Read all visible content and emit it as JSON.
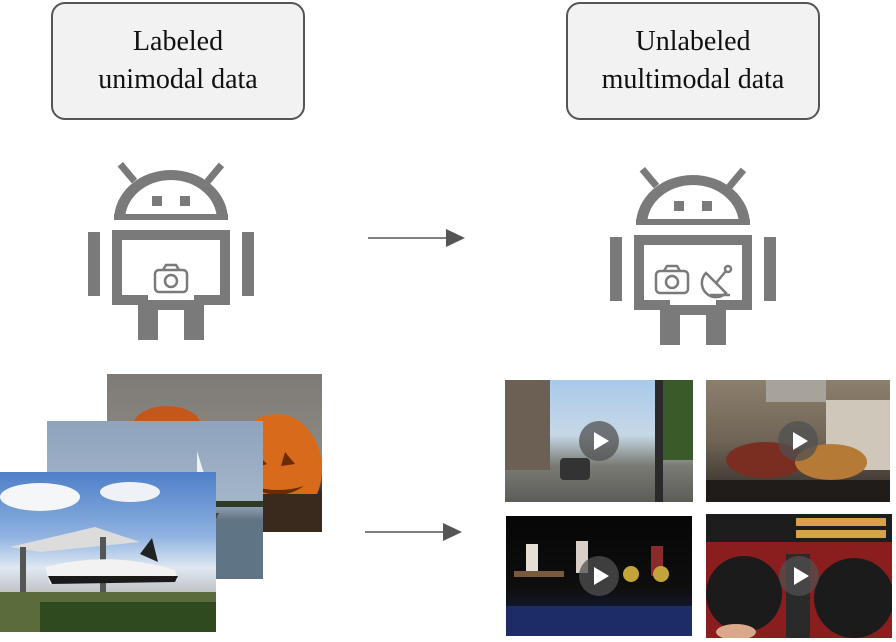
{
  "left_box": {
    "line1": "Labeled",
    "line2": "unimodal data"
  },
  "right_box": {
    "line1": "Unlabeled",
    "line2": "multimodal data"
  },
  "colors": {
    "robot": "#7a7a7a",
    "box_border": "#555555",
    "box_fill": "#f2f2f2",
    "arrow": "#555555"
  },
  "icons": {
    "left_robot": "android-robot-icon",
    "right_robot": "android-robot-icon",
    "camera": "camera-icon",
    "satellite": "satellite-dish-icon",
    "play": "play-icon"
  }
}
